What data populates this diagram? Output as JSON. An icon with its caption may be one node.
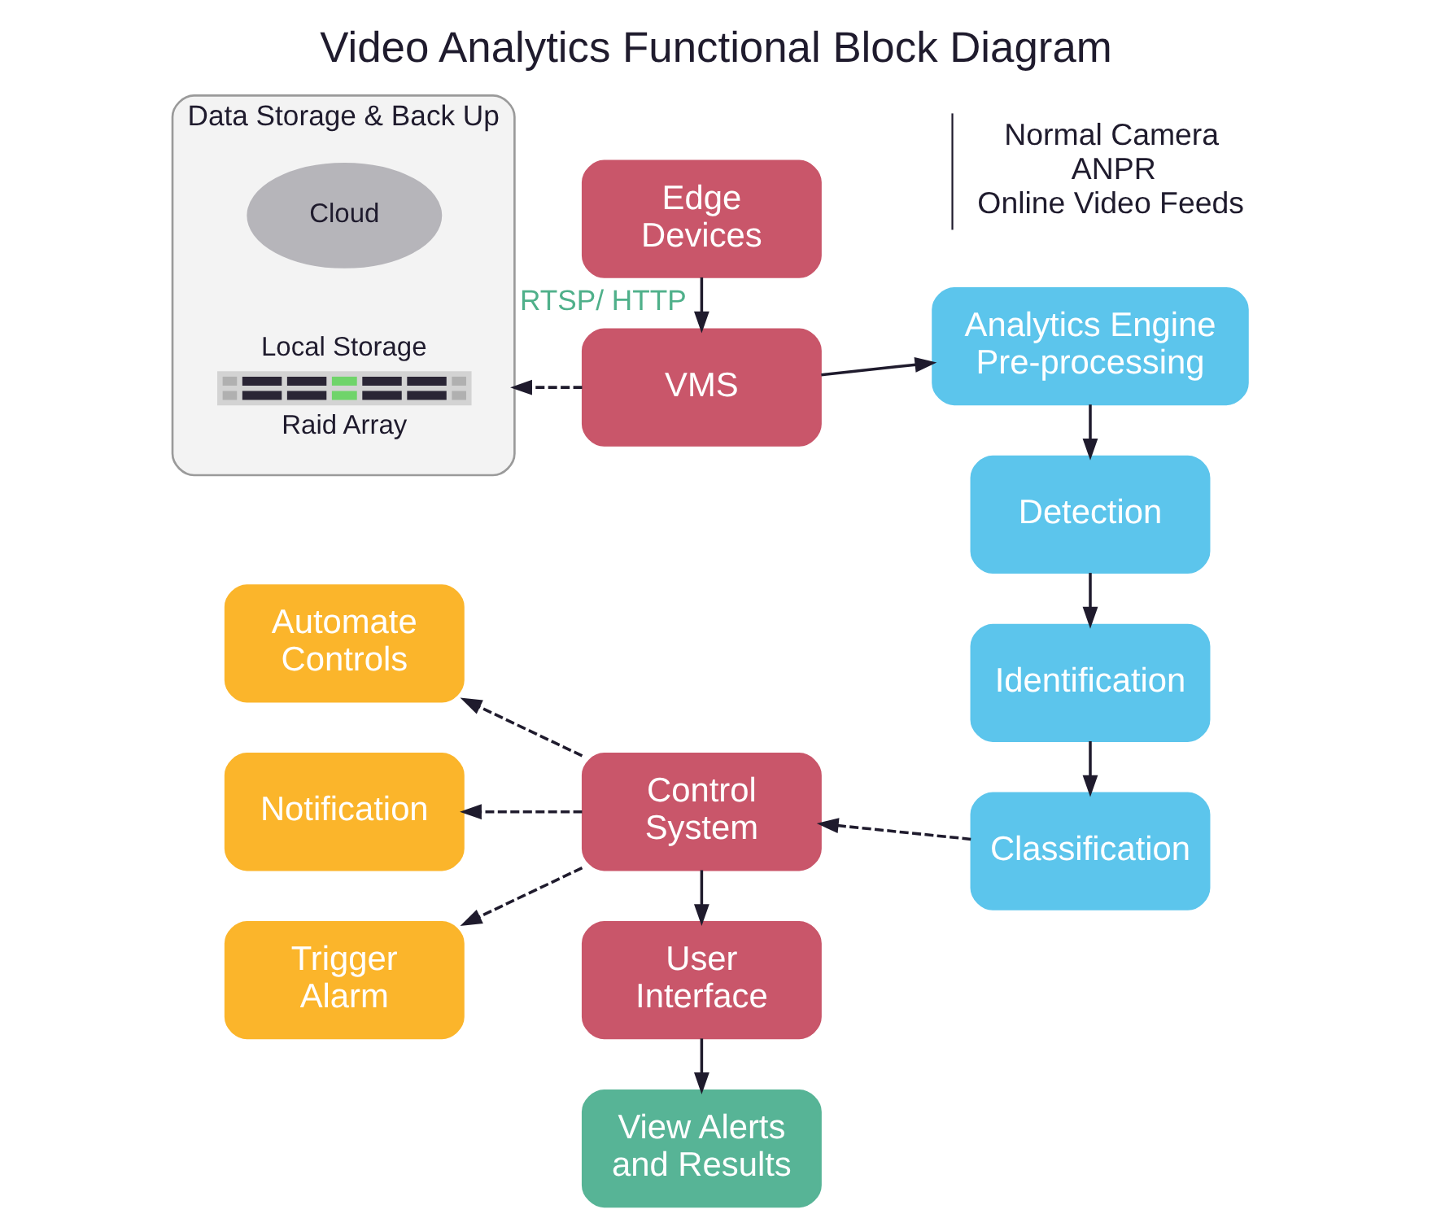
{
  "diagram": {
    "title": "Video Analytics Functional Block Diagram",
    "nodes": [
      {
        "text": [
          "Data Storage & Back Up"
        ]
      },
      {
        "text": [
          "Cloud"
        ],
        "in": 0
      },
      {
        "text": [
          "Local Storage",
          "Raid Array"
        ],
        "in": 0
      },
      {
        "text": [
          "Edge Devices"
        ],
        "beside": [
          "Normal Camera",
          "ANPR",
          "Online Video Feeds"
        ]
      },
      {
        "text": [
          "VMS"
        ]
      },
      {
        "text": [
          "Analytics Engine Pre-processing"
        ]
      },
      {
        "text": [
          "Automate Controls"
        ]
      },
      {
        "text": [
          "Control System"
        ]
      },
      {
        "text": [
          "Detection"
        ]
      },
      {
        "text": [
          "Notification"
        ]
      },
      {
        "text": [
          "User Interface"
        ]
      },
      {
        "text": [
          "Identification"
        ]
      },
      {
        "text": [
          "Trigger Alarm"
        ]
      },
      {
        "text": [
          "View Alerts and Results"
        ]
      },
      {
        "text": [
          "Classification"
        ]
      }
    ],
    "edges": [
      {
        "from": 3,
        "to": 4,
        "arrow": "to",
        "label": "RTSP/ HTTP"
      },
      {
        "from": 4,
        "to": 0,
        "arrow": "to",
        "style": "dashed"
      },
      {
        "from": 4,
        "to": 5,
        "arrow": "to"
      },
      {
        "from": 5,
        "to": 8,
        "arrow": "to"
      },
      {
        "from": 8,
        "to": 11,
        "arrow": "to"
      },
      {
        "from": 11,
        "to": 14,
        "arrow": "to"
      },
      {
        "from": 14,
        "to": 7,
        "arrow": "to",
        "style": "dashed"
      },
      {
        "from": 7,
        "to": 6,
        "arrow": "to",
        "style": "dashed"
      },
      {
        "from": 7,
        "to": 9,
        "arrow": "to",
        "style": "dashed"
      },
      {
        "from": 7,
        "to": 12,
        "arrow": "to",
        "style": "dashed"
      },
      {
        "from": 7,
        "to": 10,
        "arrow": "to"
      },
      {
        "from": 10,
        "to": 13,
        "arrow": "to"
      }
    ]
  }
}
